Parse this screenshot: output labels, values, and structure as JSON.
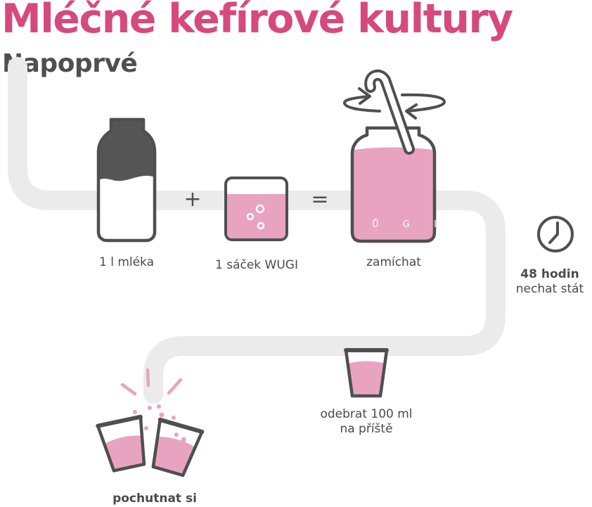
{
  "title": "Mléčné kefírové kultury",
  "subtitle": "Napoprvé",
  "colors": {
    "brand_pink": "#d6497f",
    "liquid_pink": "#e8a3c1",
    "dark_gray": "#4f4f4f",
    "path_gray": "#ebebeb"
  },
  "operators": {
    "plus": "+",
    "equals": "="
  },
  "jar_brand": "W Ů G I",
  "steps": {
    "milk": {
      "label": "1 l mléka",
      "icon": "milk-bottle-icon"
    },
    "sachet": {
      "label": "1 sáček WUGI",
      "icon": "sachet-jar-icon"
    },
    "stir": {
      "label": "zamíchat",
      "icon": "stirring-jar-icon"
    },
    "wait": {
      "label_bold": "48 hodin",
      "label": "nechat stát",
      "icon": "clock-icon"
    },
    "reserve": {
      "label_line1": "odebrat 100 ml",
      "label_line2": "na příště",
      "icon": "cup-icon"
    },
    "enjoy": {
      "label": "pochutnat si",
      "icon": "cheers-cups-icon"
    }
  }
}
